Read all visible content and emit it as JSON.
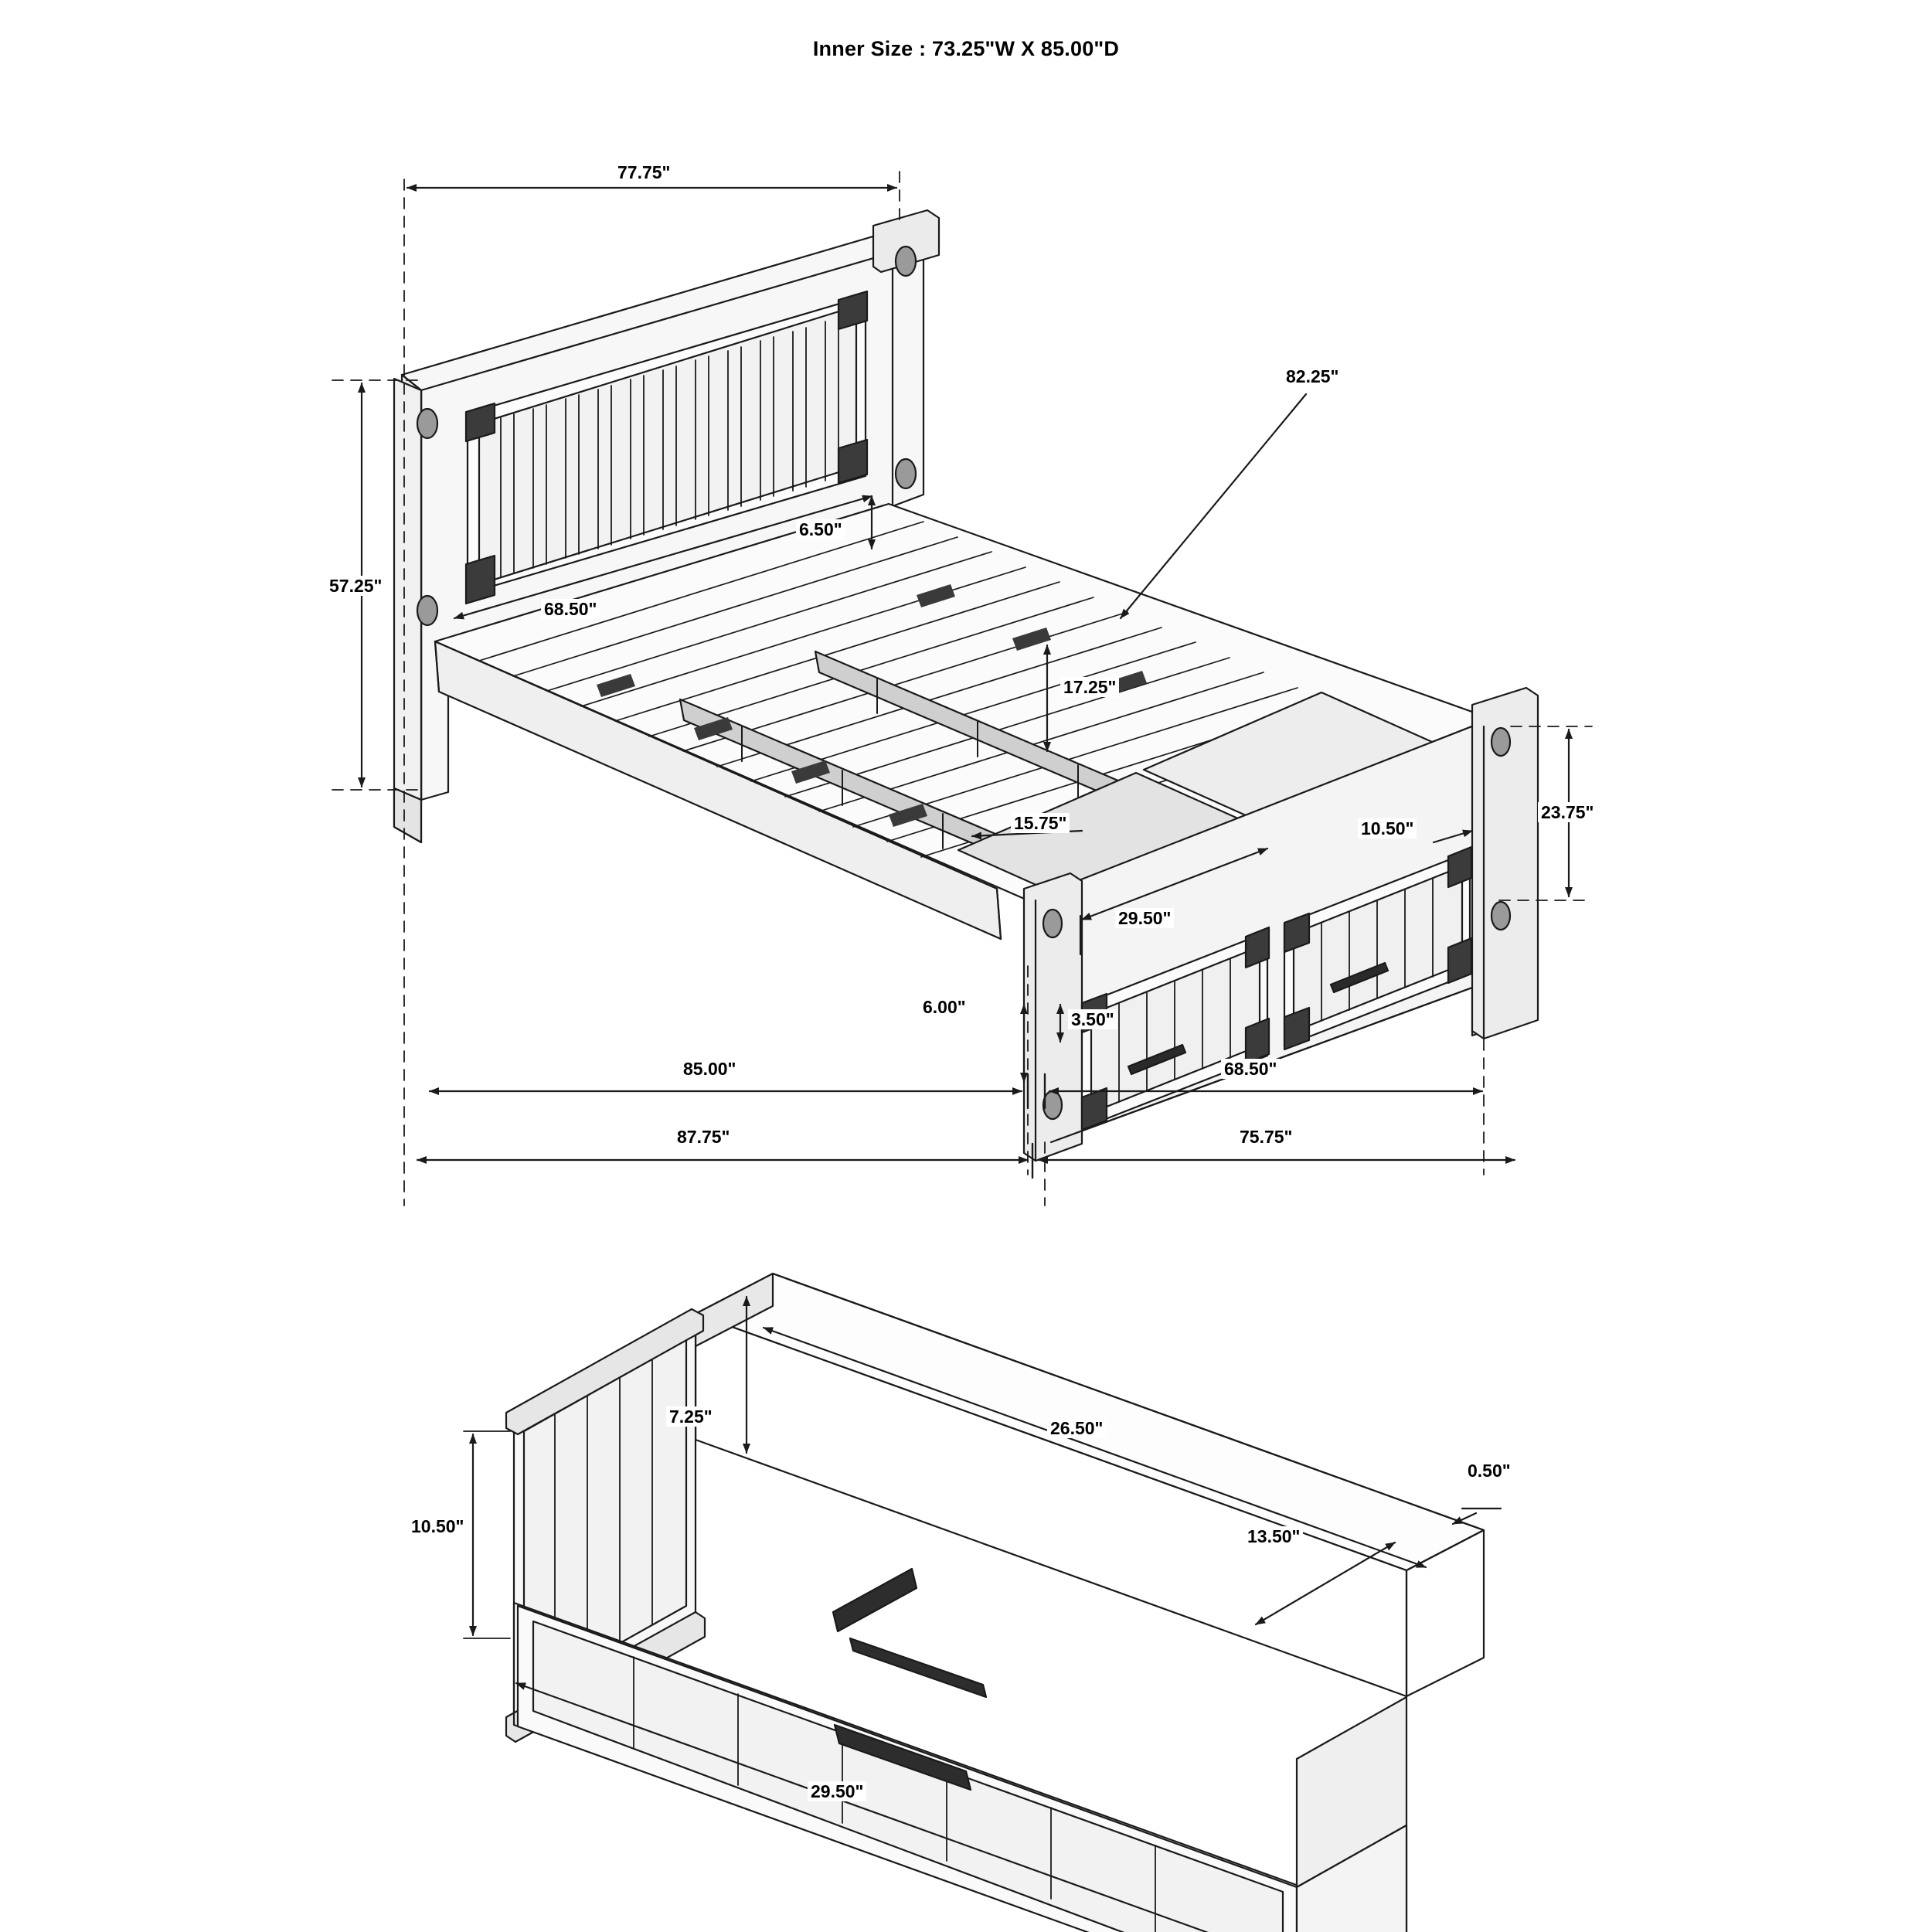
{
  "header": {
    "title": "Inner Size : 73.25\"W X 85.00\"D"
  },
  "bed": {
    "dimensions": {
      "headboard_width": "77.75\"",
      "headboard_height": "57.25\"",
      "slat_span": "68.50\"",
      "headboard_gap": "6.50\"",
      "bed_length_diagonal": "82.25\"",
      "deck_height": "17.25\"",
      "drawer_depth_diagonal": "15.75\"",
      "footboard_panel_height": "10.50\"",
      "footboard_panel_width": "29.50\"",
      "footboard_height": "23.75\"",
      "leg_clearance": "6.00\"",
      "floor_gap": "3.50\"",
      "mattress_length": "85.00\"",
      "overall_length": "87.75\"",
      "footboard_inner_width": "68.50\"",
      "overall_width": "75.75\""
    }
  },
  "drawer": {
    "dimensions": {
      "interior_height": "7.25\"",
      "interior_length": "26.50\"",
      "wall_thickness": "0.50\"",
      "interior_depth": "13.50\"",
      "front_height": "10.50\"",
      "front_width": "29.50\""
    }
  },
  "colors": {
    "line": "#1a1a1a",
    "fill_light": "#f2f2f2",
    "fill_mid": "#d9d9d9",
    "fill_dark": "#4a4a4a",
    "background": "#ffffff"
  }
}
